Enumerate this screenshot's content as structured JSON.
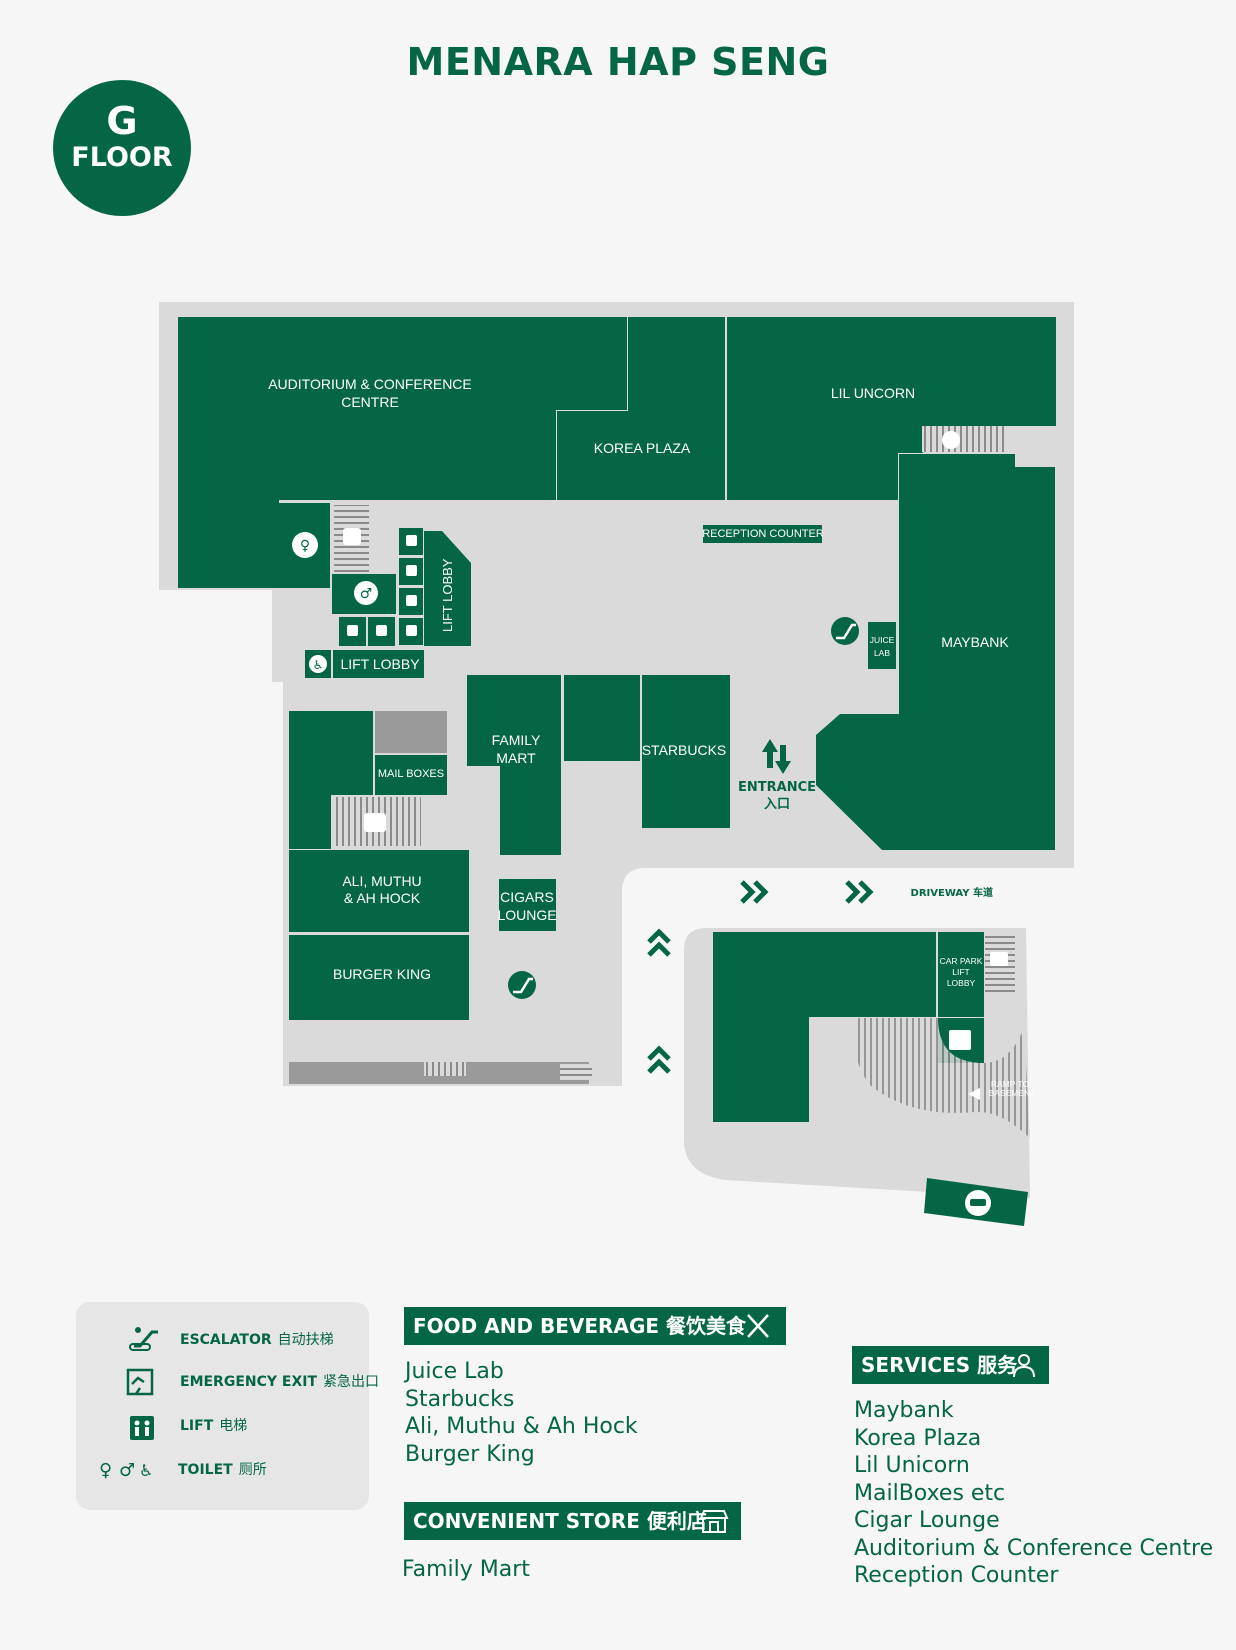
{
  "header": {
    "title": "MENARA HAP SENG",
    "floor_badge": {
      "letter": "G",
      "word": "FLOOR"
    }
  },
  "map": {
    "units": {
      "auditorium": [
        "AUDITORIUM & CONFERENCE",
        "CENTRE"
      ],
      "korea_plaza": "KOREA PLAZA",
      "lil_uncorn": "LIL UNCORN",
      "reception_counter": "RECEPTION COUNTER",
      "maybank": "MAYBANK",
      "juice_lab": [
        "JUICE",
        "LAB"
      ],
      "lift_lobby_vertical": "LIFT LOBBY",
      "lift_lobby": "LIFT LOBBY",
      "family_mart": [
        "FAMILY",
        "MART"
      ],
      "starbucks": "STARBUCKS",
      "mail_boxes": "MAIL BOXES",
      "ali_muthu": [
        "ALI, MUTHU",
        "& AH HOCK"
      ],
      "cigars_lounge": [
        "CIGARS",
        "LOUNGE"
      ],
      "burger_king": "BURGER KING",
      "car_park_lift_lobby": [
        "CAR PARK",
        "LIFT",
        "LOBBY"
      ],
      "ramp_to_basement": [
        "RAMP TO",
        "BASEMENT"
      ]
    },
    "entrance": {
      "en": "ENTRANCE",
      "zh": "入口"
    },
    "driveway": {
      "en": "DRIVEWAY",
      "zh": "车道"
    },
    "colors": {
      "brand_green": "#056646",
      "floor_grey": "#dadada",
      "background": "#f6f6f6"
    }
  },
  "legend": {
    "items": [
      {
        "icon": "escalator-icon",
        "en": "ESCALATOR",
        "zh": "自动扶梯"
      },
      {
        "icon": "emergency-exit-icon",
        "en": "EMERGENCY EXIT",
        "zh": "紧急出口"
      },
      {
        "icon": "lift-icon",
        "en": "LIFT",
        "zh": "电梯"
      },
      {
        "icon": "toilet-icon",
        "en": "TOILET",
        "zh": "厕所"
      }
    ]
  },
  "categories": {
    "food": {
      "title": "FOOD AND BEVERAGE 餐饮美食",
      "icon": "fork-knife-icon",
      "items": [
        "Juice Lab",
        "Starbucks",
        "Ali, Muthu & Ah Hock",
        "Burger King"
      ]
    },
    "store": {
      "title": "CONVENIENT STORE 便利店",
      "icon": "shop-icon",
      "items": [
        "Family Mart"
      ]
    },
    "services": {
      "title": "SERVICES 服务",
      "icon": "service-person-icon",
      "items": [
        "Maybank",
        "Korea Plaza",
        "Lil Unicorn",
        "MailBoxes etc",
        "Cigar Lounge",
        "Auditorium & Conference Centre",
        "Reception Counter"
      ]
    }
  }
}
